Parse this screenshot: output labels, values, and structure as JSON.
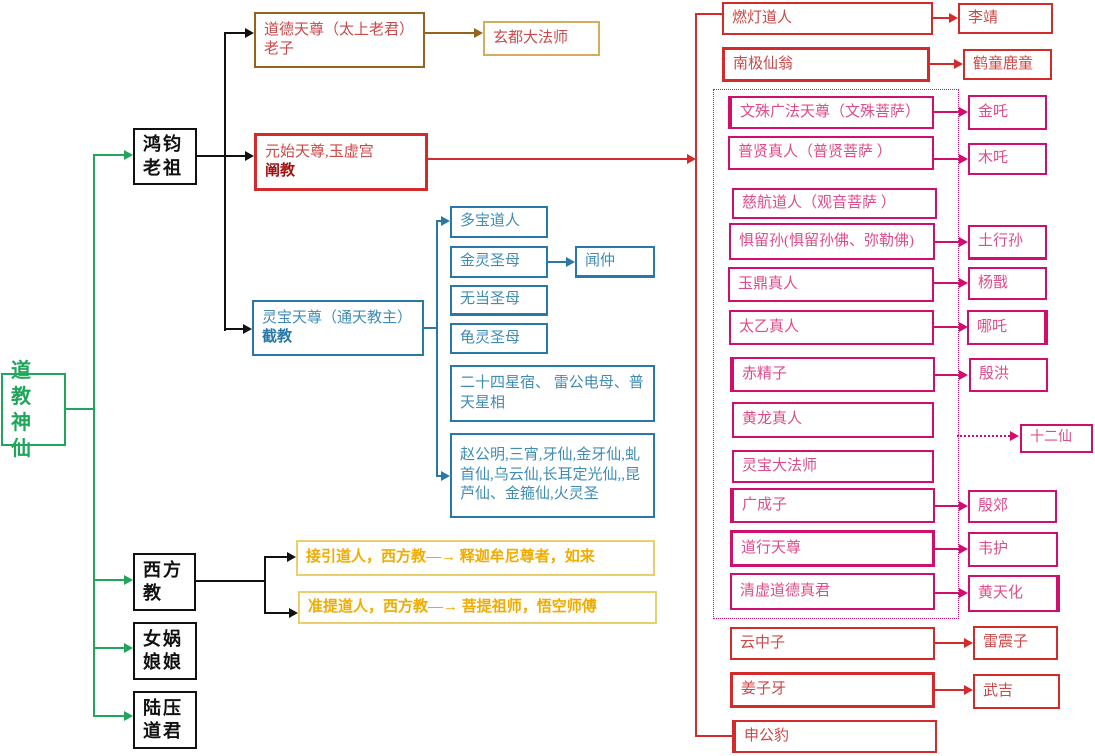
{
  "palette": {
    "green": "#1fa65a",
    "black": "#111111",
    "red": "#d42a2a",
    "red_text": "#cd4848",
    "dark_red": "#a31515",
    "brown": "#96621d",
    "tan": "#d2ae5e",
    "magenta": "#cf0f6e",
    "magenta_text": "#e04c8a",
    "blue": "#2879a8",
    "blue_text": "#3f8cb5",
    "yellow": "#eccf6d",
    "yellow_text": "#f0ac00"
  },
  "root": {
    "line1": "道教",
    "line2": "神仙"
  },
  "level1": {
    "hongjun": {
      "line1": "鸿钧",
      "line2": "老祖"
    },
    "xifang": {
      "line1": "西方",
      "line2": "教"
    },
    "nuwa": {
      "line1": "女娲",
      "line2": "娘娘"
    },
    "luya": {
      "line1": "陆压",
      "line2": "道君"
    }
  },
  "sanqing": {
    "daode": {
      "line1": "道德天尊（太上老君）",
      "line2": "老子"
    },
    "xuandu": "玄都大法师",
    "yuanshi": {
      "line1": "元始天尊,玉虚宫",
      "line2": "阐教"
    },
    "lingbao": {
      "line1": "灵宝天尊（通天教主）",
      "line2": "截教"
    }
  },
  "jiejiao": {
    "duobao": "多宝道人",
    "jinling": "金灵圣母",
    "wenzhong": "闻仲",
    "wudang": "无当圣母",
    "guiling": "龟灵圣母",
    "stars": "二十四星宿、 雷公电母、普天星相",
    "zhao": "赵公明,三宵,牙仙,金牙仙,虬首仙,乌云仙,长耳定光仙,,昆芦仙、金箍仙,火灵圣"
  },
  "chanjiao": {
    "randeng": "燃灯道人",
    "lijing": "李靖",
    "nanji": "南极仙翁",
    "hetong": "鹤童鹿童",
    "shierxian": "十二仙",
    "yunzhongzi": "云中子",
    "leizhenzi": "雷震子",
    "jiangziya": "姜子牙",
    "wuji": "武吉",
    "shengongbao": "申公豹"
  },
  "masters": [
    {
      "name": "文殊广法天尊（文殊菩萨）",
      "disciple": "金吒"
    },
    {
      "name": "普贤真人（普贤菩萨 ）",
      "disciple": "木吒"
    },
    {
      "name": "慈航道人（观音菩萨 ）"
    },
    {
      "name": "惧留孙(惧留孙佛、弥勒佛)",
      "disciple": "土行孙"
    },
    {
      "name": "玉鼎真人",
      "disciple": "杨戬"
    },
    {
      "name": "太乙真人",
      "disciple": "哪吒"
    },
    {
      "name": "赤精子",
      "disciple": "殷洪"
    },
    {
      "name": "黄龙真人"
    },
    {
      "name": "灵宝大法师"
    },
    {
      "name": "广成子",
      "disciple": "殷郊"
    },
    {
      "name": "道行天尊",
      "disciple": "韦护"
    },
    {
      "name": "清虚道德真君",
      "disciple": "黄天化"
    }
  ],
  "xifangjiao": {
    "jieyin": "接引道人，西方教—→ 释迦牟尼尊者，如来",
    "zhunti": "准提道人，西方教—→ 菩提祖师，悟空师傅"
  }
}
